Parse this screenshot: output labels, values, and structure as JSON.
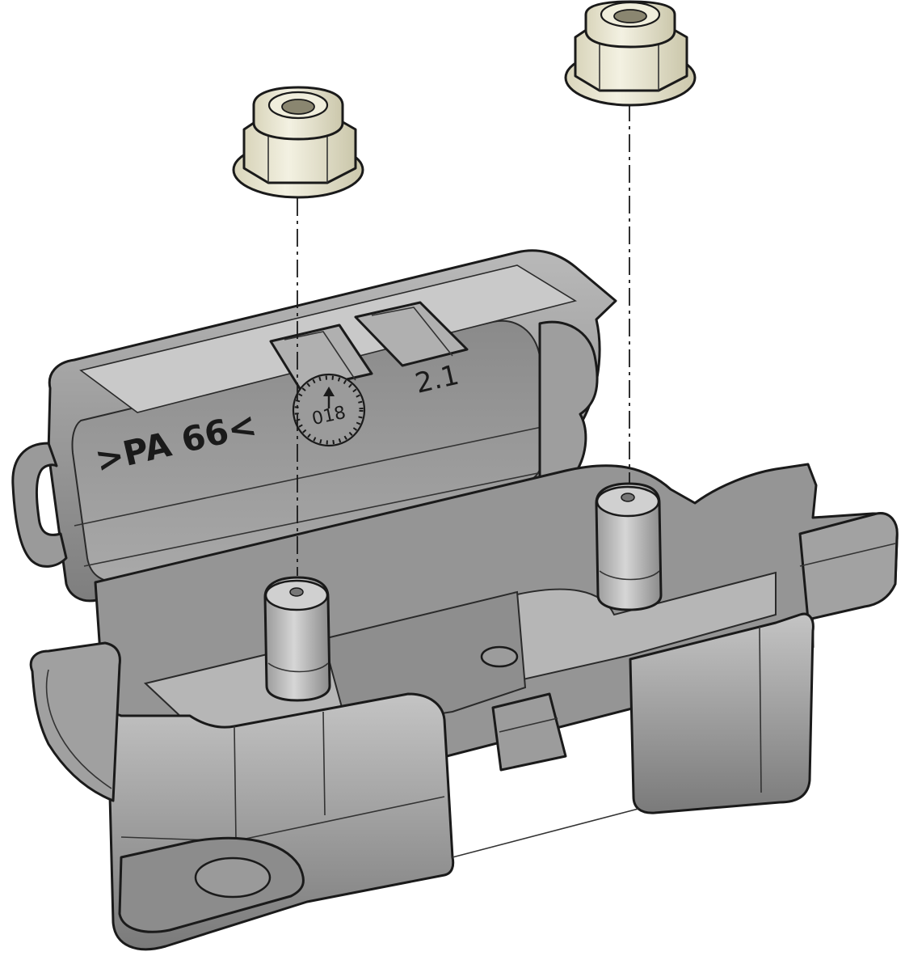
{
  "diagram": {
    "lid_material_marking": ">PA 66<",
    "revision_marking": "2.1",
    "date_clock_marking": "018",
    "colors": {
      "housing": "#8c8c8c",
      "housing_shadow": "#6e6e6e",
      "housing_light": "#b4b4b4",
      "nut": "#e6e3cc",
      "nut_shadow": "#c8c4a8",
      "outline": "#1a1a1a"
    }
  }
}
